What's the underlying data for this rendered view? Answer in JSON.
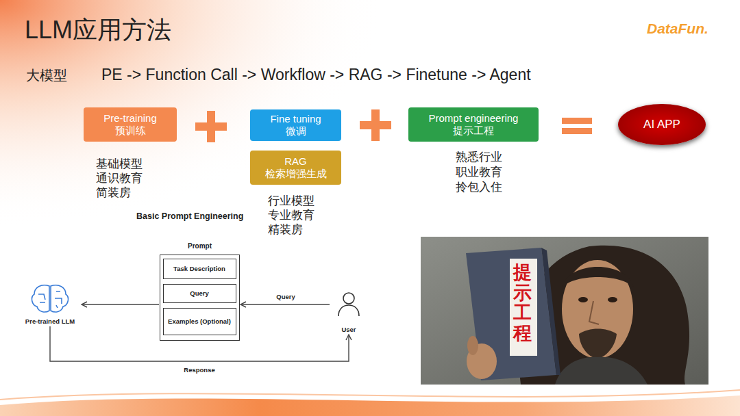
{
  "diagram": {
    "title": "LLM应用方法",
    "nodes": [
      {
        "text": [
          "Pre-training 预训练"
        ]
      },
      {
        "text": [
          "Fine tuning 微调"
        ]
      },
      {
        "text": [
          "Prompt engineering 提示工程"
        ]
      },
      {
        "text": [
          "AI APP"
        ]
      },
      {
        "text": [
          "RAG 检索增强生成"
        ]
      },
      {
        "text": [
          "Prompt"
        ]
      },
      {
        "text": [
          "Task Description"
        ],
        "in": 5
      },
      {
        "text": [
          "Query"
        ],
        "in": 5
      },
      {
        "text": [
          "Examples (Optional)"
        ],
        "in": 5
      },
      {
        "text": [
          "Pre-trained LLM"
        ]
      },
      {
        "text": [
          "User"
        ]
      }
    ],
    "edges": [
      {
        "from": 10,
        "to": 5,
        "arrow": "to",
        "label": "Query"
      },
      {
        "from": 5,
        "to": 9,
        "arrow": "to"
      },
      {
        "from": 9,
        "to": 10,
        "arrow": "to",
        "label": "Response"
      }
    ],
    "labels": [
      "DataFun.",
      "大模型",
      "PE -> Function Call -> Workflow -> RAG -> Finetune -> Agent",
      "基础模型",
      "通识教育",
      "简装房",
      "行业模型",
      "专业教育",
      "精装房",
      "熟悉行业",
      "职业教育",
      "拎包入住",
      "Basic Prompt Engineering",
      "提示工程"
    ]
  }
}
